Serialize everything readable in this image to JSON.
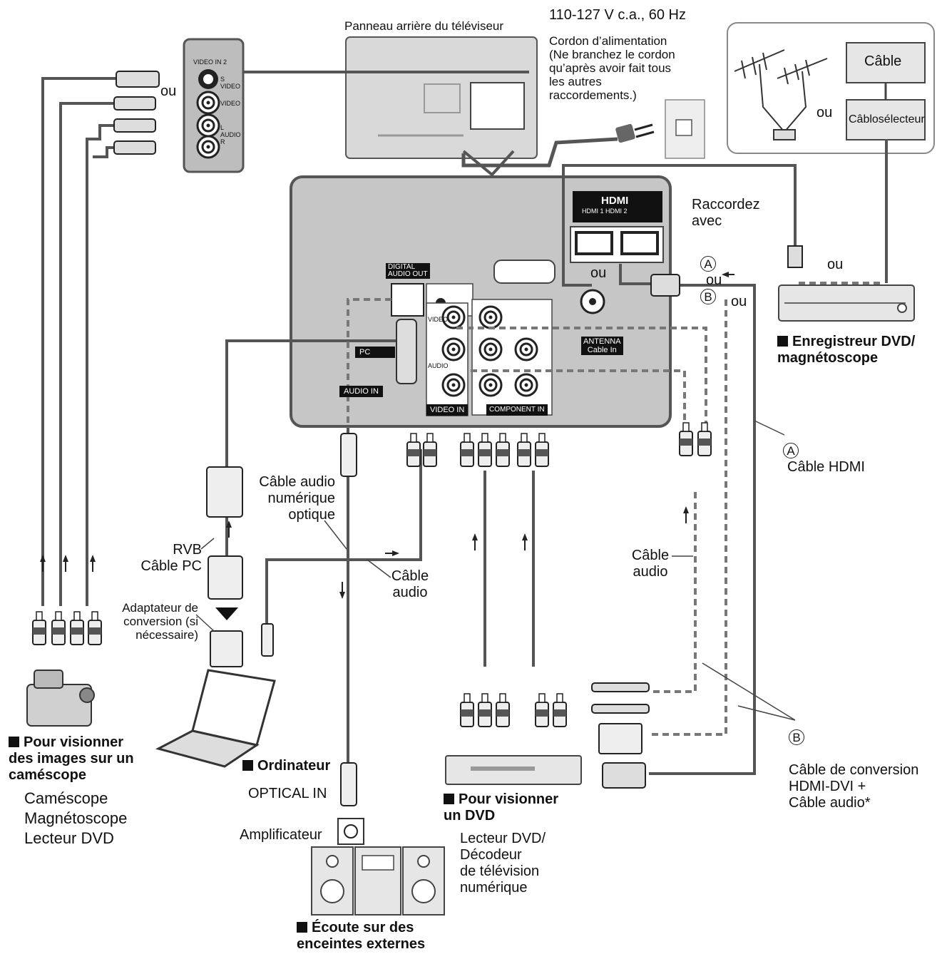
{
  "voltage": "110-127 V c.a., 60 Hz",
  "tv_rear_title": "Panneau arrière du téléviseur",
  "power_cord_note": "Cordon d’alimentation\n(Ne branchez le cordon\nqu’après avoir fait tous\nles autres\nraccordements.)",
  "cable_box": {
    "cable": "Câble",
    "cable_selector": "Câblosélecteur",
    "or": "ou"
  },
  "side_panel": {
    "video_in_2": "VIDEO IN 2",
    "svideo": "S\nVIDEO",
    "video": "VIDEO",
    "audio": "L\nAUDIO\nR",
    "or": "ou"
  },
  "panel": {
    "hdmi_logo": "HDMI",
    "hdmi_ports": "HDMI 1  HDMI 2",
    "digital_audio_out": "DIGITAL\nAUDIO OUT",
    "pc": "PC",
    "audio_in": "AUDIO IN",
    "video_in": "VIDEO IN",
    "component_in": "COMPONENT IN",
    "antenna": "ANTENNA\nCable In",
    "video_small": "VIDEO",
    "audio_small": "AUDIO",
    "or": "ou"
  },
  "connect_with": "Raccordez\navec",
  "a_mark": "A",
  "b_mark": "B",
  "or_word": "ou",
  "dvd_recorder": "Enregistreur DVD/\nmagnétoscope",
  "hdmi_cable": "Câble HDMI",
  "optical_cable": "Câble audio\nnumérique\noptique",
  "rgb_pc_cable": "RVB\nCâble PC",
  "adapter": "Adaptateur de\nconversion (si\nnécessaire)",
  "audio_cable_1": "Câble\naudio",
  "audio_cable_2": "Câble\naudio",
  "camcorder_heading": "Pour visionner\ndes images sur un\ncaméscope",
  "camcorder_items": "Caméscope\nMagnétoscope\nLecteur DVD",
  "computer": "Ordinateur",
  "optical_in": "OPTICAL IN",
  "amplifier": "Amplificateur",
  "speakers": "Écoute sur des\nenceintes externes",
  "dvd_heading": "Pour visionner\nun DVD",
  "dvd_items": "Lecteur DVD/\nDécodeur\nde télévision\nnumérique",
  "conversion_cable": "Câble de conversion\nHDMI-DVI +\nCâble audio*"
}
